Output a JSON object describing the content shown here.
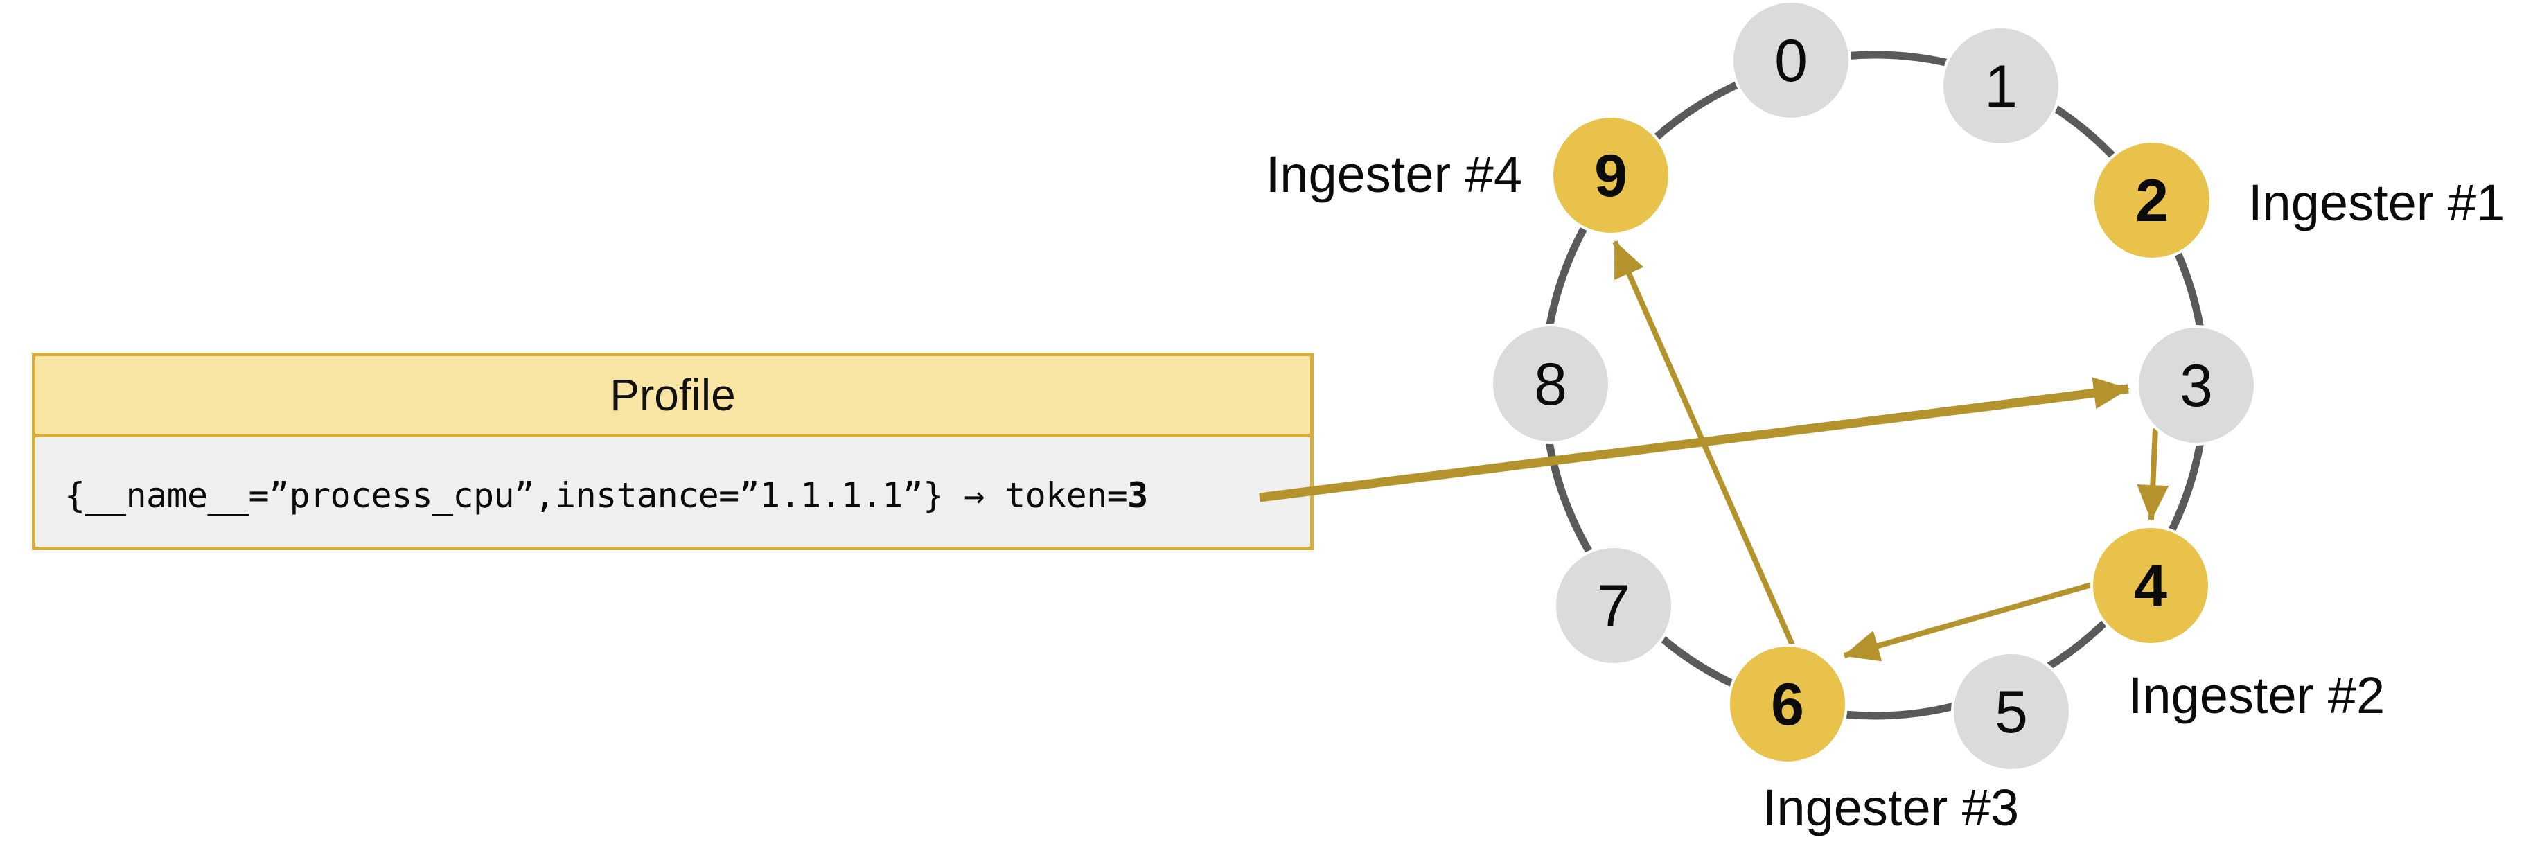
{
  "profile_card": {
    "title": "Profile",
    "series_label": "{__name__=”process_cpu”,instance=”1.1.1.1”} → token=",
    "token_value": "3"
  },
  "ring": {
    "nodes": [
      {
        "value": "0",
        "role": "token"
      },
      {
        "value": "1",
        "role": "token"
      },
      {
        "value": "2",
        "role": "ingester"
      },
      {
        "value": "3",
        "role": "token"
      },
      {
        "value": "4",
        "role": "ingester"
      },
      {
        "value": "5",
        "role": "token"
      },
      {
        "value": "6",
        "role": "ingester"
      },
      {
        "value": "7",
        "role": "token"
      },
      {
        "value": "8",
        "role": "token"
      },
      {
        "value": "9",
        "role": "ingester"
      }
    ],
    "ingester_labels": [
      "Ingester #1",
      "Ingester #2",
      "Ingester #3",
      "Ingester #4"
    ]
  },
  "colors": {
    "ingester_node": "#e8c24a",
    "token_node": "#dbdbdb",
    "arrow": "#b5932c",
    "ring_stroke": "#595a5c",
    "card_header": "#f8e5a3",
    "card_border": "#d6ac3f",
    "card_body": "#efefef"
  }
}
